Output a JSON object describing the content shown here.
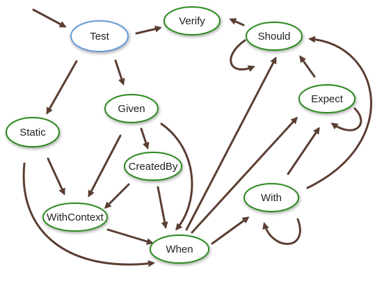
{
  "colors": {
    "start_node": "#6b9bd8",
    "node": "#2a8a1e",
    "edge": "#5a3e32",
    "background": "#ffffff"
  },
  "nodes": [
    {
      "id": "test",
      "label": "Test",
      "kind": "start"
    },
    {
      "id": "verify",
      "label": "Verify",
      "kind": "state"
    },
    {
      "id": "should",
      "label": "Should",
      "kind": "state"
    },
    {
      "id": "given",
      "label": "Given",
      "kind": "state"
    },
    {
      "id": "expect",
      "label": "Expect",
      "kind": "state"
    },
    {
      "id": "static",
      "label": "Static",
      "kind": "state"
    },
    {
      "id": "createdby",
      "label": "CreatedBy",
      "kind": "state"
    },
    {
      "id": "with",
      "label": "With",
      "kind": "state"
    },
    {
      "id": "withcontext",
      "label": "WithContext",
      "kind": "state"
    },
    {
      "id": "when",
      "label": "When",
      "kind": "state"
    }
  ],
  "edges": [
    {
      "from": "entry",
      "to": "test"
    },
    {
      "from": "test",
      "to": "verify"
    },
    {
      "from": "test",
      "to": "static"
    },
    {
      "from": "test",
      "to": "given"
    },
    {
      "from": "should",
      "to": "verify"
    },
    {
      "from": "should",
      "to": "should"
    },
    {
      "from": "expect",
      "to": "should"
    },
    {
      "from": "expect",
      "to": "expect"
    },
    {
      "from": "given",
      "to": "createdby"
    },
    {
      "from": "given",
      "to": "withcontext"
    },
    {
      "from": "given",
      "to": "when"
    },
    {
      "from": "static",
      "to": "withcontext"
    },
    {
      "from": "static",
      "to": "when"
    },
    {
      "from": "createdby",
      "to": "withcontext"
    },
    {
      "from": "createdby",
      "to": "when"
    },
    {
      "from": "withcontext",
      "to": "when"
    },
    {
      "from": "when",
      "to": "should"
    },
    {
      "from": "when",
      "to": "expect"
    },
    {
      "from": "when",
      "to": "with"
    },
    {
      "from": "with",
      "to": "expect"
    },
    {
      "from": "with",
      "to": "should"
    },
    {
      "from": "with",
      "to": "with"
    }
  ]
}
